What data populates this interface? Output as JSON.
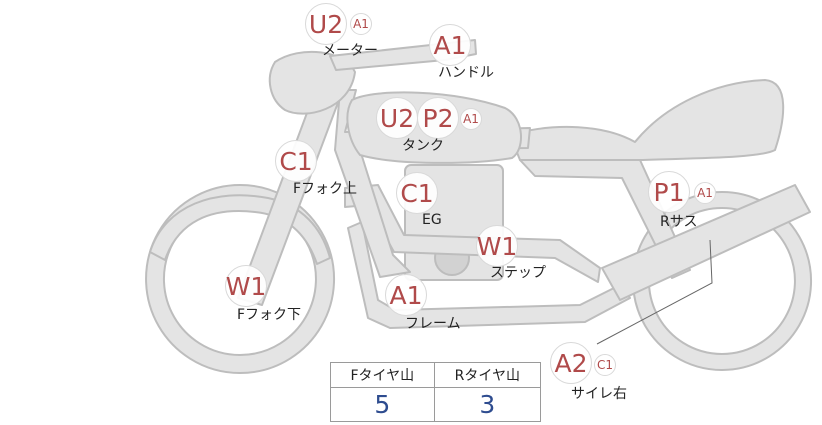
{
  "parts": {
    "meter": {
      "label": "メーター",
      "codes": [
        "U2",
        "A1"
      ]
    },
    "handle": {
      "label": "ハンドル",
      "codes": [
        "A1"
      ]
    },
    "tank": {
      "label": "タンク",
      "codes": [
        "U2",
        "P2",
        "A1"
      ]
    },
    "ffork_upper": {
      "label": "Fフォク上",
      "codes": [
        "C1"
      ]
    },
    "engine": {
      "label": "EG",
      "codes": [
        "C1"
      ]
    },
    "rsus": {
      "label": "Rサス",
      "codes": [
        "P1",
        "A1"
      ]
    },
    "step": {
      "label": "ステップ",
      "codes": [
        "W1"
      ]
    },
    "ffork_lower": {
      "label": "Fフォク下",
      "codes": [
        "W1"
      ]
    },
    "frame": {
      "label": "フレーム",
      "codes": [
        "A1"
      ]
    },
    "muffler_right": {
      "label": "サイレ右",
      "codes": [
        "A2",
        "C1"
      ]
    }
  },
  "tire_table": {
    "headers": [
      "Fタイヤ山",
      "Rタイヤ山"
    ],
    "values": [
      "5",
      "3"
    ]
  },
  "colors": {
    "bike_fill": "#e4e4e4",
    "bike_stroke": "#bdbdbd",
    "code_text": "#b04a4a",
    "value_text": "#2e4c8f"
  }
}
